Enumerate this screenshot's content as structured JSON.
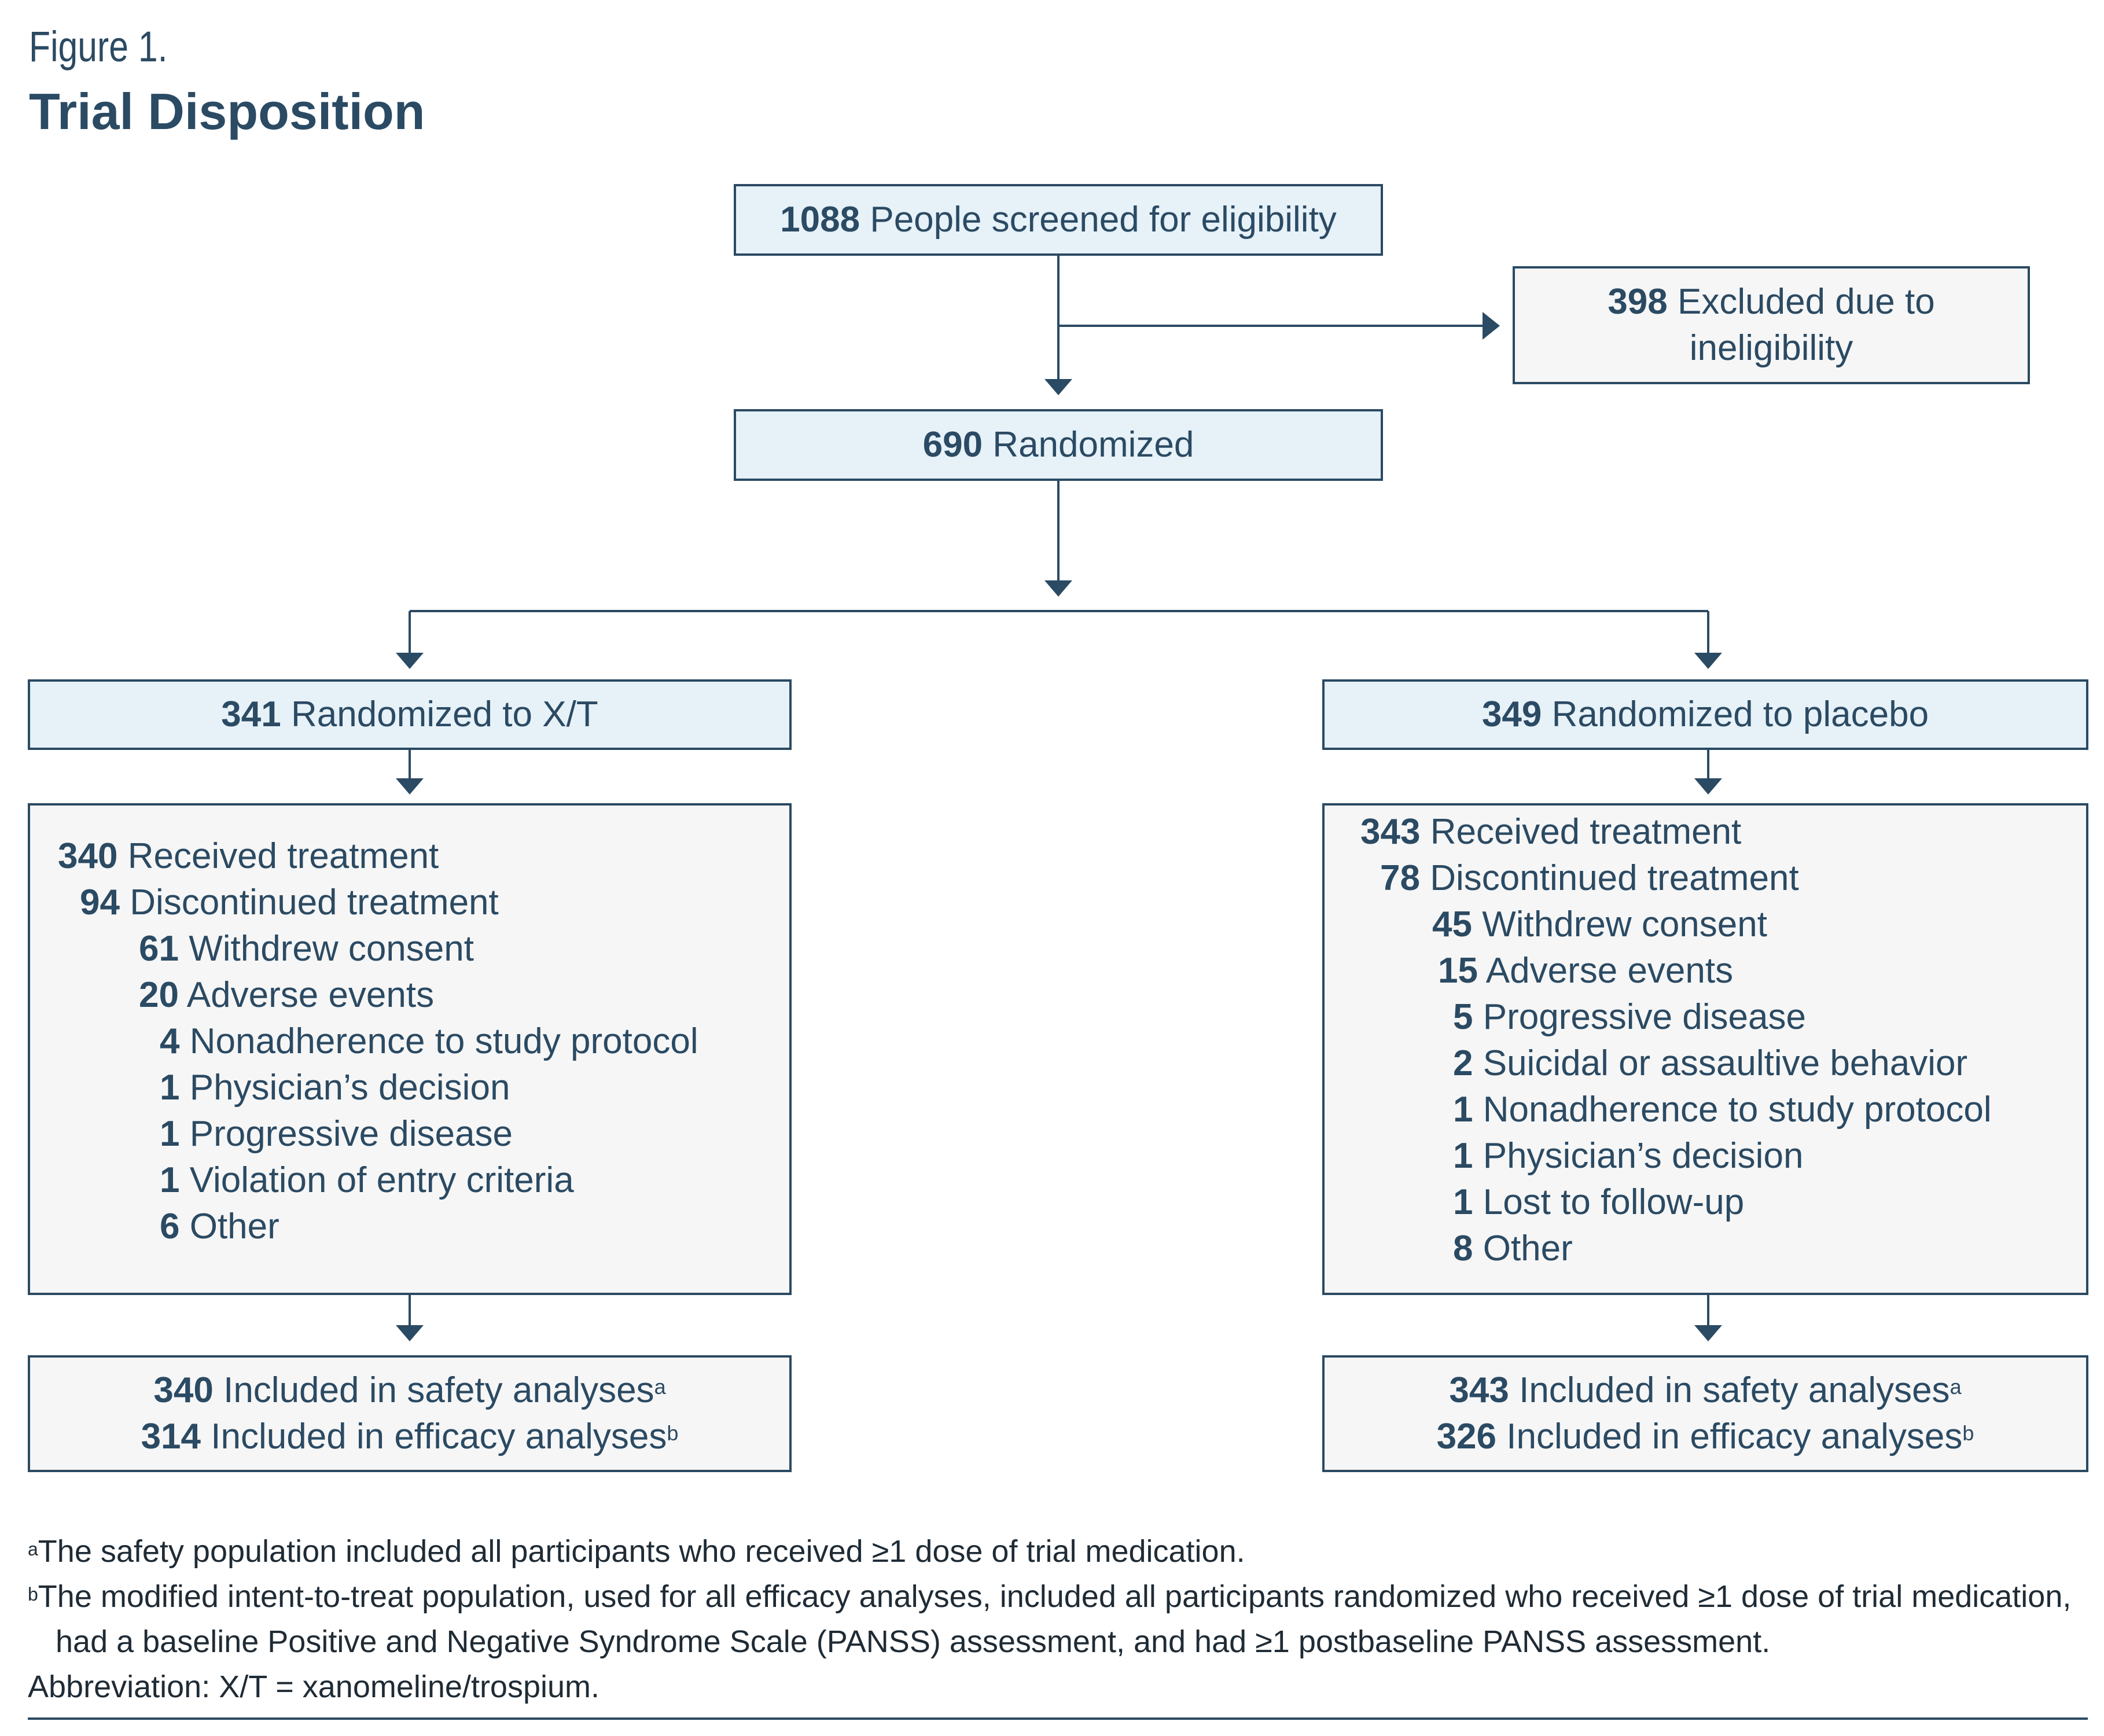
{
  "figure": {
    "label": "Figure 1.",
    "title": "Trial Disposition"
  },
  "screened": {
    "n": "1088",
    "text": "People screened for eligibility"
  },
  "excluded": {
    "n": "398",
    "text1": "Excluded due to",
    "text2": "ineligibility"
  },
  "randomized": {
    "n": "690",
    "text": "Randomized"
  },
  "xt_arm": {
    "header": {
      "n": "341",
      "text": "Randomized to X/T"
    },
    "items": [
      {
        "n": "340",
        "text": "Received treatment"
      },
      {
        "n": "94",
        "text": "Discontinued treatment"
      },
      {
        "n": "61",
        "text": "Withdrew consent"
      },
      {
        "n": "20",
        "text": "Adverse events"
      },
      {
        "n": "4",
        "text": "Nonadherence to study protocol"
      },
      {
        "n": "1",
        "text": "Physician’s decision"
      },
      {
        "n": "1",
        "text": "Progressive disease"
      },
      {
        "n": "1",
        "text": "Violation of entry criteria"
      },
      {
        "n": "6",
        "text": "Other"
      }
    ],
    "safety": {
      "n": "340",
      "text": "Included in safety analyses",
      "sup": "a"
    },
    "efficacy": {
      "n": "314",
      "text": "Included in efficacy analyses",
      "sup": "b"
    }
  },
  "placebo_arm": {
    "header": {
      "n": "349",
      "text": "Randomized to placebo"
    },
    "items": [
      {
        "n": "343",
        "text": "Received treatment"
      },
      {
        "n": "78",
        "text": "Discontinued treatment"
      },
      {
        "n": "45",
        "text": "Withdrew consent"
      },
      {
        "n": "15",
        "text": "Adverse events"
      },
      {
        "n": "5",
        "text": "Progressive disease"
      },
      {
        "n": "2",
        "text": "Suicidal or assaultive behavior"
      },
      {
        "n": "1",
        "text": "Nonadherence to study protocol"
      },
      {
        "n": "1",
        "text": "Physician’s decision"
      },
      {
        "n": "1",
        "text": "Lost to follow-up"
      },
      {
        "n": "8",
        "text": "Other"
      }
    ],
    "safety": {
      "n": "343",
      "text": "Included in safety analyses",
      "sup": "a"
    },
    "efficacy": {
      "n": "326",
      "text": "Included in efficacy analyses",
      "sup": "b"
    }
  },
  "footnotes": {
    "a_mark": "a",
    "a_text": "The safety population included all participants who received ≥1 dose of trial medication.",
    "b_mark": "b",
    "b_text1": "The modified intent-to-treat population, used for all efficacy analyses, included all participants randomized who received ≥1 dose of trial medication,",
    "b_text2": "had a baseline Positive and Negative Syndrome Scale (PANSS) assessment, and had ≥1 postbaseline PANSS assessment.",
    "abbrev": "Abbreviation: X/T = xanomeline/trospium."
  },
  "colors": {
    "line": "#2b4a63",
    "blue_fill": "#e6f1f8",
    "gray_fill": "#f6f6f6"
  }
}
